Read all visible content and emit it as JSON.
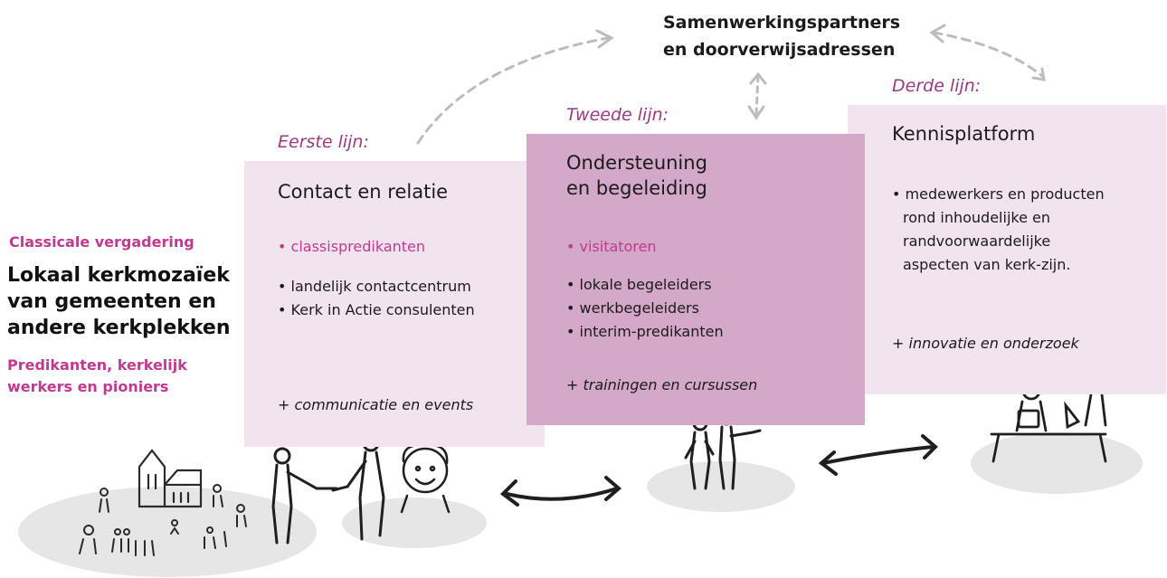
{
  "partners": [
    "Samenwerkingspartners",
    "en doorverwijsadressen"
  ],
  "left": {
    "top_label": "Classicale vergadering",
    "main": [
      "Lokaal kerkmozaïek",
      "van gemeenten en",
      "andere kerkplekken"
    ],
    "bottom": [
      "Predikanten, kerkelijk",
      "werkers en pioniers"
    ]
  },
  "eerste": {
    "label": "Eerste lijn:",
    "title": "Contact en relatie",
    "highlight": "• classispredikanten",
    "items": [
      "• landelijk contactcentrum",
      "• Kerk in Actie consulenten"
    ],
    "extra": "+ communicatie en events"
  },
  "tweede": {
    "label": "Tweede lijn:",
    "title": [
      "Ondersteuning",
      "en begeleiding"
    ],
    "highlight": "• visitatoren",
    "items": [
      "• lokale begeleiders",
      "• werkbegeleiders",
      "• interim-predikanten"
    ],
    "extra": "+ trainingen en cursussen"
  },
  "derde": {
    "label": "Derde lijn:",
    "title": "Kennisplatform",
    "items": [
      "• medewerkers en producten",
      "rond inhoudelijke en",
      "randvoorwaardelijke",
      "aspecten van kerk-zijn."
    ],
    "extra": "+ innovatie en onderzoek"
  },
  "colors": {
    "light_box": "#f1e4ee",
    "dark_box": "#d4a8c9",
    "accent": "#c03a8f",
    "label": "#9a3a82",
    "ground": "#e6e6e6"
  },
  "icons": [
    "church-illustration",
    "handshake-illustration",
    "people-illustration",
    "meeting-illustration",
    "double-arrow-icon"
  ]
}
